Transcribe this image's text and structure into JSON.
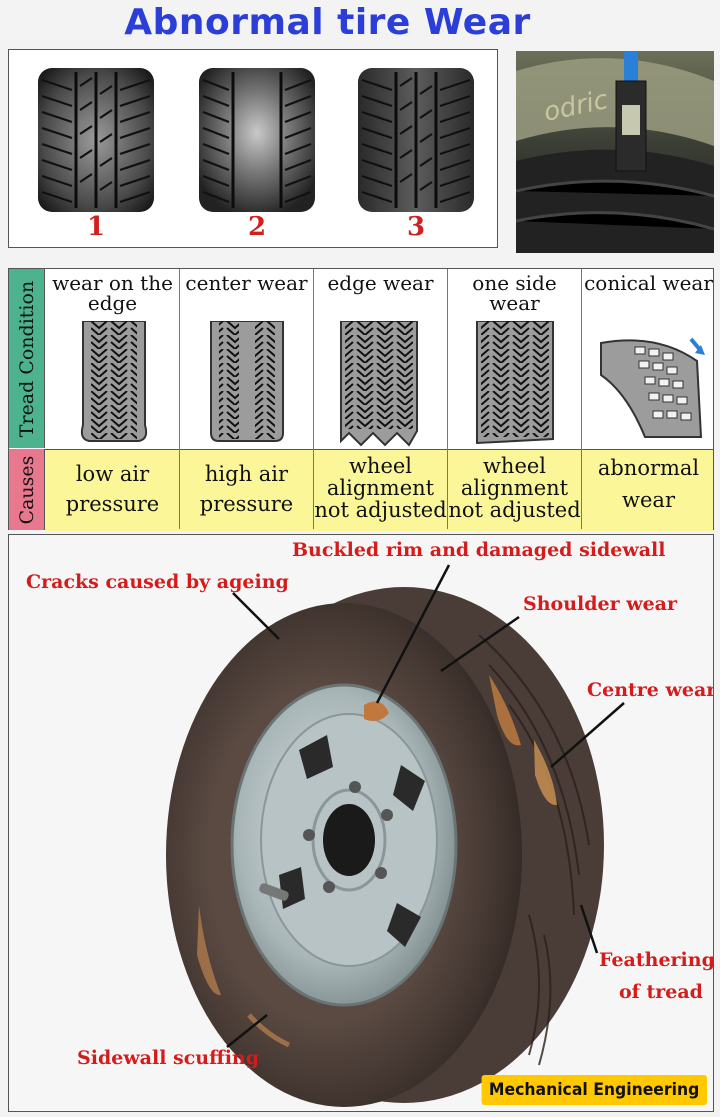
{
  "title": "Abnormal tire Wear",
  "top_panel": {
    "numbers": [
      "1",
      "2",
      "3"
    ]
  },
  "table": {
    "row_labels": {
      "tread": "Tread Condition",
      "causes": "Causes"
    },
    "columns": [
      {
        "header_lines": [
          "wear on the",
          "edge"
        ],
        "cause_lines": [
          "low air",
          "pressure"
        ]
      },
      {
        "header_lines": [
          "center wear"
        ],
        "cause_lines": [
          "high air",
          "pressure"
        ]
      },
      {
        "header_lines": [
          "edge wear"
        ],
        "cause_lines": [
          "wheel",
          "alignment",
          "not adjusted"
        ]
      },
      {
        "header_lines": [
          "one side",
          "wear"
        ],
        "cause_lines": [
          "wheel",
          "alignment",
          "not adjusted"
        ]
      },
      {
        "header_lines": [
          "conical wear"
        ],
        "cause_lines": [
          "abnormal",
          "wear"
        ]
      }
    ]
  },
  "diagram_labels": {
    "buckled": "Buckled rim and damaged sidewall",
    "cracks": "Cracks caused by ageing",
    "shoulder": "Shoulder wear",
    "centre": "Centre wear",
    "feathering_1": "Feathering",
    "feathering_2": "of tread",
    "scuffing": "Sidewall scuffing"
  },
  "watermark": "Mechanical Engineering",
  "colors": {
    "title": "#2b3fd8",
    "numbers": "#d01f1f",
    "tread_band": "#4db38e",
    "causes_band": "#e8788e",
    "cause_row": "#fbf799",
    "labels": "#d41c1c",
    "watermark": "#ffc800"
  }
}
